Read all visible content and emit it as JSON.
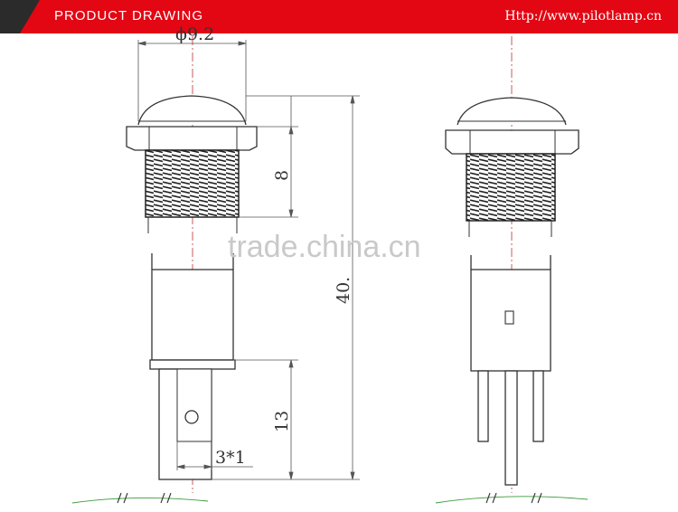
{
  "banner": {
    "title": "PRODUCT DRAWING",
    "url": "Http://www.pilotlamp.cn",
    "color": "#e30613"
  },
  "watermark": "trade.china.cn",
  "dimensions": {
    "diameter": "ϕ9.2",
    "thread_length": "8",
    "total_length": "40.",
    "pin_length": "13",
    "pin_size": "3*1"
  }
}
